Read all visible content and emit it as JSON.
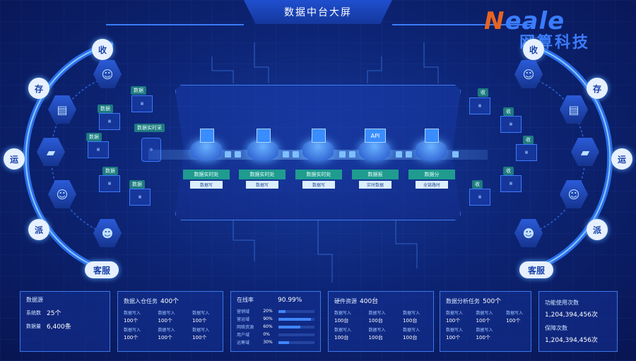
{
  "title": "数据中台大屏",
  "logo": {
    "brand_part1": "N",
    "brand_part2": "eale",
    "cn": "网算科技"
  },
  "arc_labels_left": [
    "收",
    "存",
    "运",
    "派"
  ],
  "arc_labels_right": [
    "收",
    "存",
    "运",
    "派"
  ],
  "kefu_left": "客服",
  "kefu_right": "客服",
  "left_tags": [
    "数据",
    "数据",
    "数据",
    "数据",
    "数据",
    "数据实时采"
  ],
  "right_tags": [
    "收",
    "收",
    "收",
    "收",
    "收"
  ],
  "pipeline": [
    {
      "title": "数据实时处",
      "sub": "数据写"
    },
    {
      "title": "数据实时处",
      "sub": "数据写"
    },
    {
      "title": "数据实时处",
      "sub": "数据写"
    },
    {
      "title": "数据报",
      "sub": "实时数据"
    },
    {
      "title": "数据分",
      "sub": "全链路时"
    }
  ],
  "api_label": "API",
  "cards": {
    "source": {
      "title": "数据源",
      "sys_label": "系统数",
      "sys_value": "25个",
      "vol_label": "数据量",
      "vol_value": "6,400条"
    },
    "ingest": {
      "title": "数据入仓任务",
      "count": "400个",
      "cell_label": "数据写入",
      "cell_value": "100个"
    },
    "online": {
      "title": "在线率",
      "value": "90.99%",
      "rows": [
        {
          "name": "营销域",
          "pct": "20%",
          "frac": 0.2
        },
        {
          "name": "营运域",
          "pct": "90%",
          "frac": 0.9
        },
        {
          "name": "网络资源",
          "pct": "60%",
          "frac": 0.6
        },
        {
          "name": "用户域",
          "pct": "0%",
          "frac": 0.0
        },
        {
          "name": "运筹域",
          "pct": "30%",
          "frac": 0.3
        }
      ]
    },
    "hardware": {
      "title": "硬件资源",
      "count": "400台",
      "cell_label": "数据写入",
      "cell_value": "100台"
    },
    "analysis": {
      "title": "数据分析任务",
      "count": "500个",
      "cell_label": "数据写入",
      "cell_value": "100个"
    },
    "usage": {
      "use_label": "功能使用次数",
      "use_value": "1,204,394,456次",
      "fault_label": "保障次数",
      "fault_value": "1,204,394,456次"
    }
  }
}
